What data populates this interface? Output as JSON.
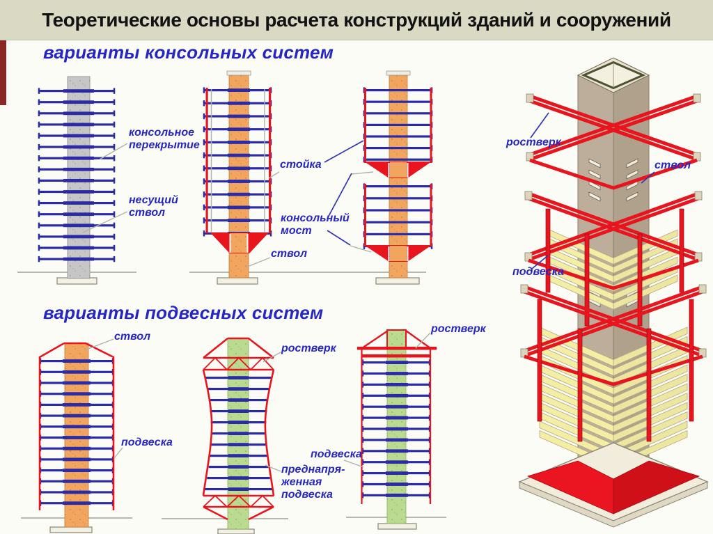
{
  "title": "Теоретические основы расчета конструкций зданий и сооружений",
  "sections": {
    "cantilever_heading": "варианты консольных систем",
    "suspension_heading": "варианты подвесных систем"
  },
  "labels": {
    "cantilever_floor": "консольное\nперекрытие",
    "bearing_trunk": "несущий\nствол",
    "post": "стойка",
    "cantilever_bridge": "консольный\nмост",
    "trunk_top": "ствол",
    "trunk_bottom": "ствол",
    "suspension_bottom_left": "подвеска",
    "grillage_bottom_mid": "ростверк",
    "grillage_bottom_right": "ростверк",
    "suspension_bottom_mid": "подвеска",
    "prestressed_suspension": "преднапря-\nженная\nподвеска",
    "iso_grillage": "ростверк",
    "iso_trunk": "ствол",
    "iso_suspension": "подвеска"
  },
  "colors": {
    "page_bg": "#fcfcf6",
    "title_bar_bg": "#dad9c3",
    "title_text": "#121212",
    "heading_blue": "#2526c4",
    "label_blue": "#2526c4",
    "floor_slab_blue": "#2b2ba6",
    "core_gray": "#c6c6c6",
    "core_orange": "#f2a55e",
    "core_green": "#bada90",
    "structural_red": "#e8151e",
    "left_edge_strip": "#8c2824",
    "iso_core_tan": "#bcae9a",
    "iso_floor_yellow": "#f3eea4",
    "ground_line": "#8f8f85"
  }
}
